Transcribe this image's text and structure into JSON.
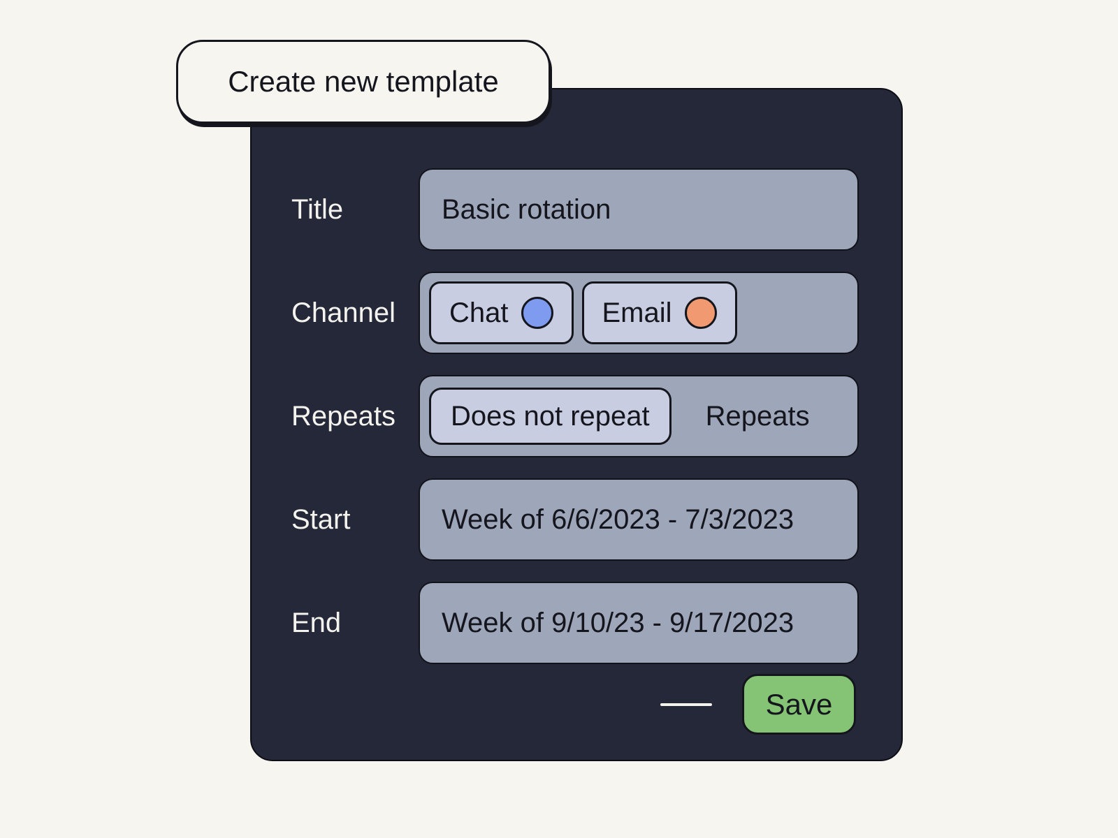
{
  "tooltip": {
    "label": "Create new template"
  },
  "form": {
    "fields": {
      "title": {
        "label": "Title",
        "value": "Basic rotation"
      },
      "channel": {
        "label": "Channel",
        "options": [
          {
            "label": "Chat",
            "dot_color": "#7e9bef"
          },
          {
            "label": "Email",
            "dot_color": "#f19a71"
          }
        ]
      },
      "repeats": {
        "label": "Repeats",
        "selected_option": "Does not repeat",
        "other_option": "Repeats"
      },
      "start": {
        "label": "Start",
        "value": "Week of 6/6/2023 - 7/3/2023"
      },
      "end": {
        "label": "End",
        "value": "Week of 9/10/23 - 9/17/2023"
      }
    },
    "save_label": "Save"
  },
  "colors": {
    "page_bg": "#f6f5ef",
    "panel_bg": "#242839",
    "field_bg": "#9ea6ba",
    "chip_bg": "#c9cde1",
    "chat_dot": "#7e9bef",
    "email_dot": "#f19a71",
    "save_green": "#84c474",
    "border_dark": "#15161d",
    "label_text": "#f4f3ee",
    "field_text": "#15161d"
  }
}
